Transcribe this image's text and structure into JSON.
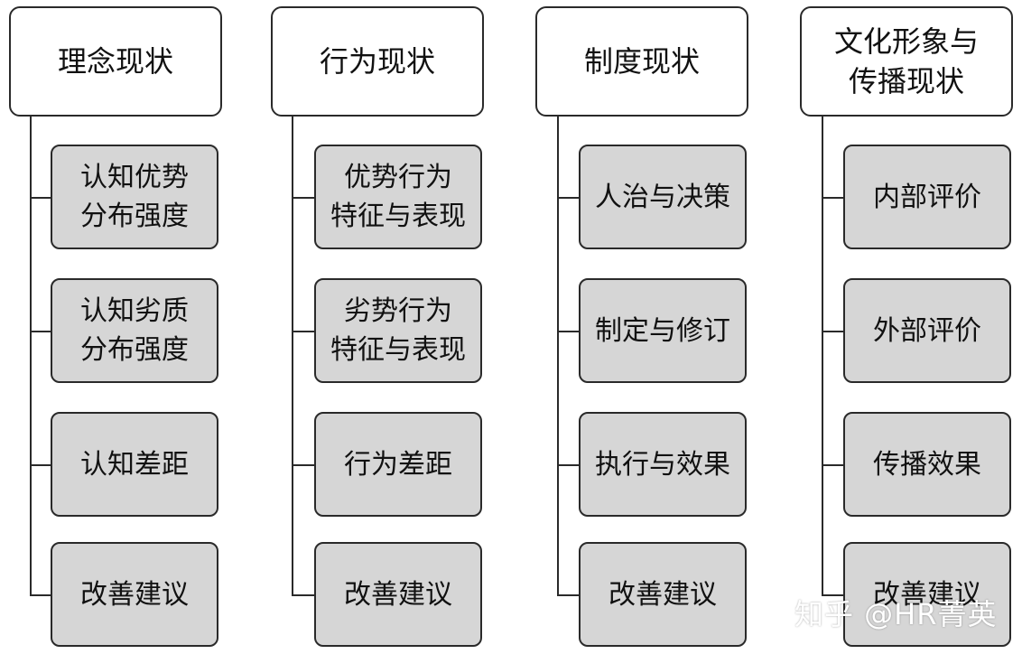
{
  "columns": [
    {
      "header": "理念现状",
      "items": [
        "认知优势\n分布强度",
        "认知劣质\n分布强度",
        "认知差距",
        "改善建议"
      ]
    },
    {
      "header": "行为现状",
      "items": [
        "优势行为\n特征与表现",
        "劣势行为\n特征与表现",
        "行为差距",
        "改善建议"
      ]
    },
    {
      "header": "制度现状",
      "items": [
        "人治与决策",
        "制定与修订",
        "执行与效果",
        "改善建议"
      ]
    },
    {
      "header": "文化形象与\n传播现状",
      "items": [
        "内部评价",
        "外部评价",
        "传播效果",
        "改善建议"
      ]
    }
  ],
  "watermark": "知乎 @HR菁英"
}
